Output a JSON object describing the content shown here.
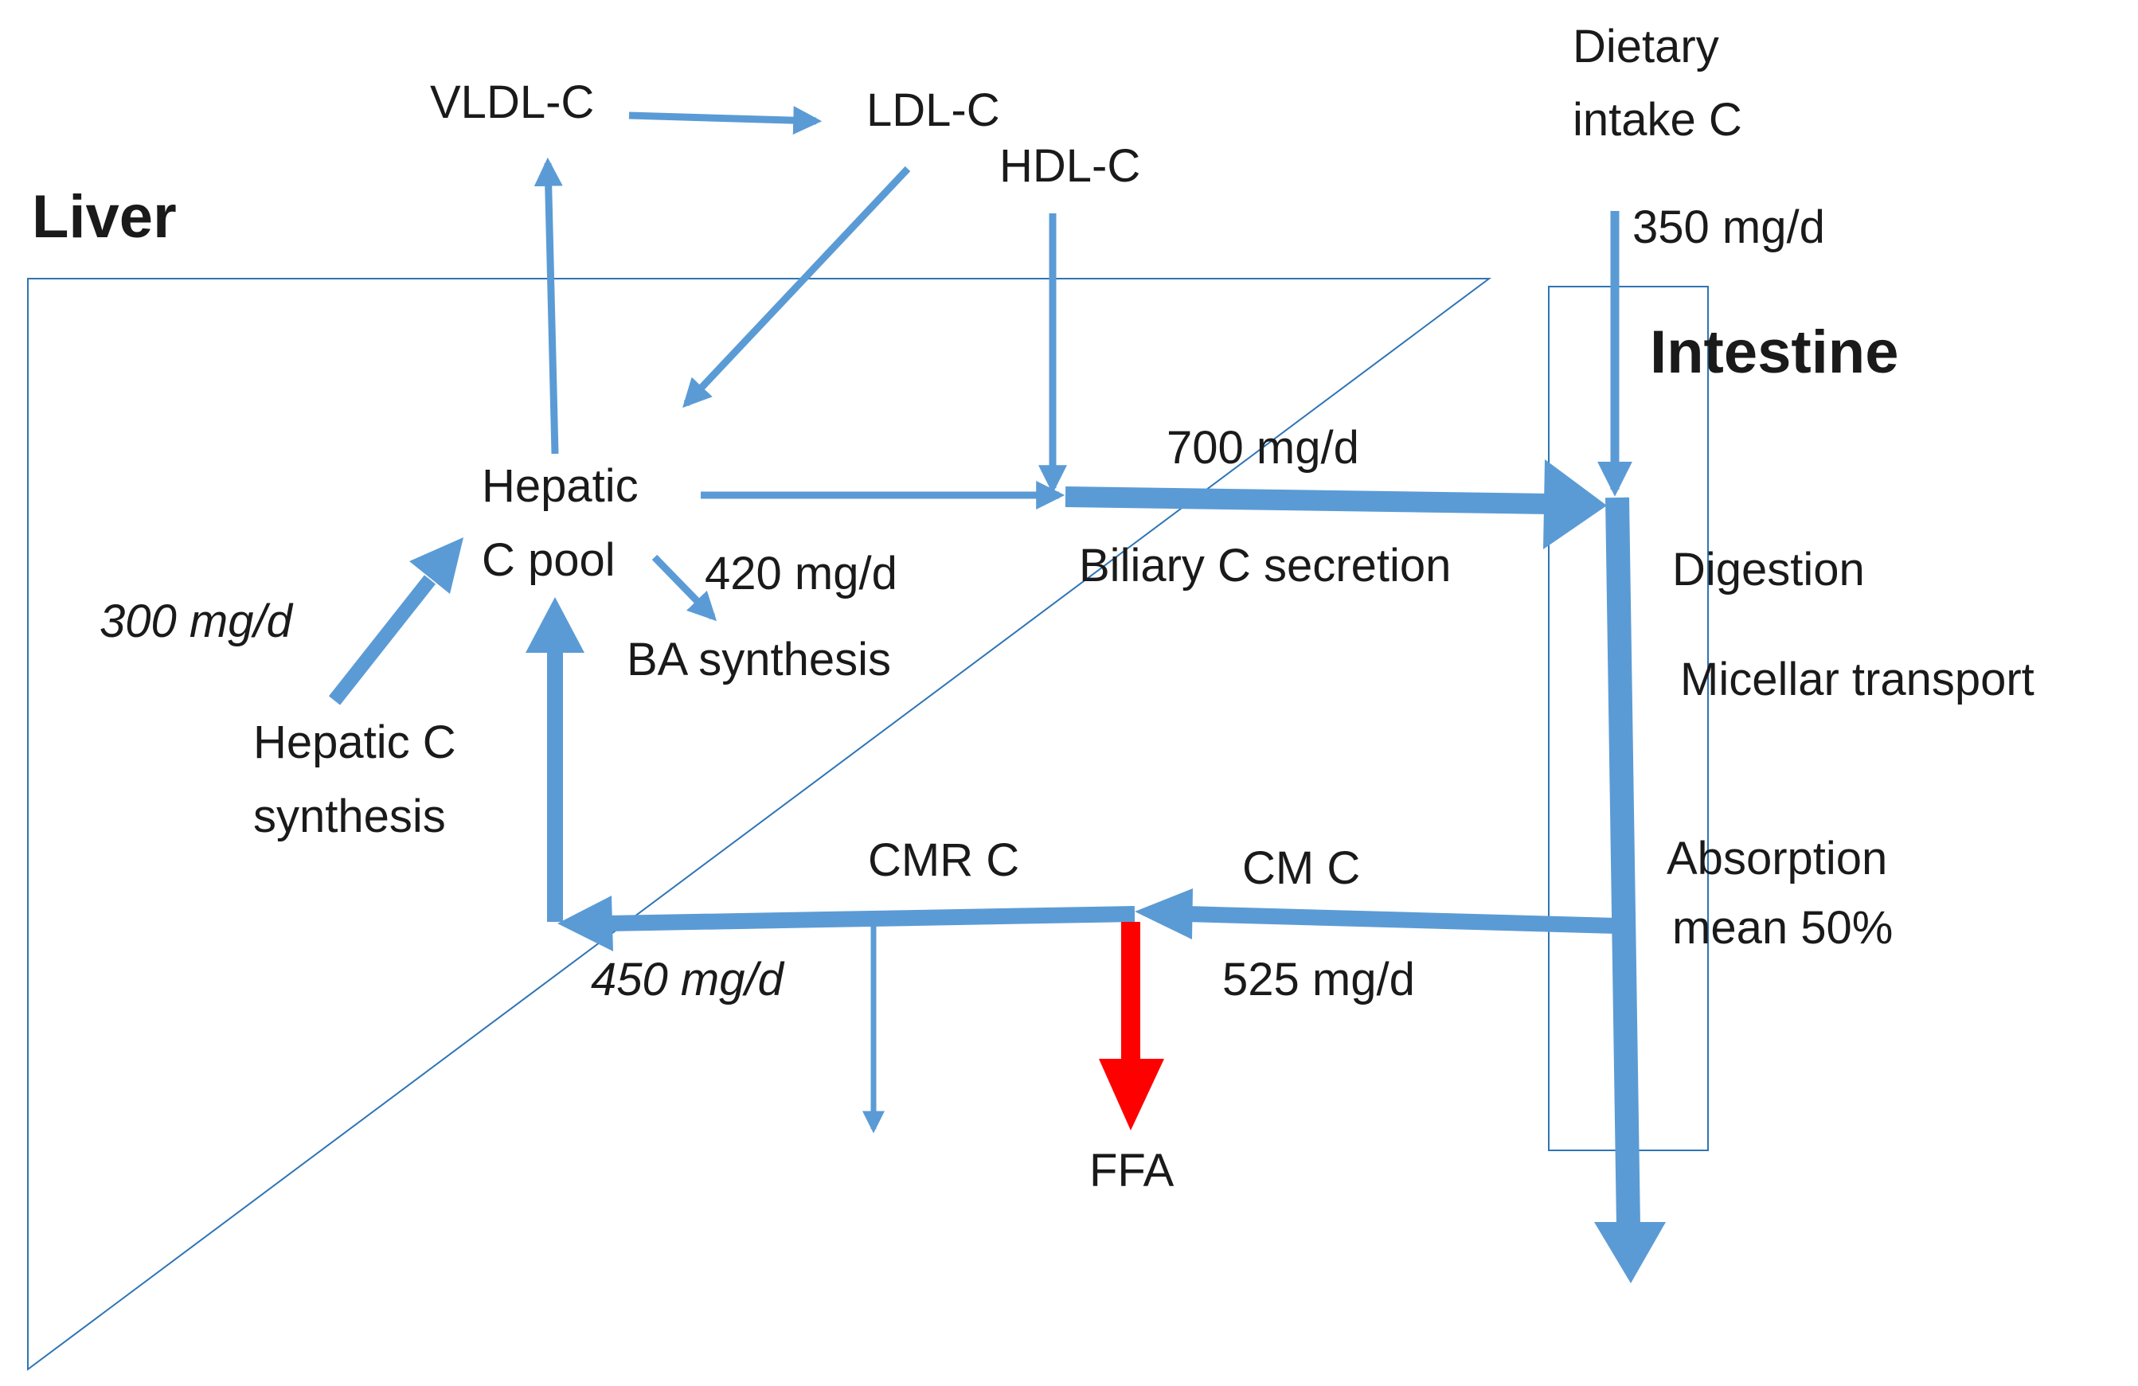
{
  "regions": {
    "liver": "Liver",
    "intestine": "Intestine"
  },
  "nodes": {
    "vldl": "VLDL-C",
    "ldl": "LDL-C",
    "hdl": "HDL-C",
    "dietary_line1": "Dietary",
    "dietary_line2": "intake C",
    "hepatic_pool_line1": "Hepatic",
    "hepatic_pool_line2": "C pool",
    "hepatic_synth_line1": "Hepatic C",
    "hepatic_synth_line2": "synthesis",
    "ba_synthesis": "BA synthesis",
    "biliary": "Biliary C secretion",
    "digestion": "Digestion",
    "micellar": "Micellar transport",
    "absorption_line1": "Absorption",
    "absorption_line2": "mean 50%",
    "cmr": "CMR C",
    "cm": "CM C",
    "ffa": "FFA"
  },
  "flows": {
    "dietary_intake": "350 mg/d",
    "hepatic_synthesis": "300 mg/d",
    "ba_synthesis": "420 mg/d",
    "biliary_secretion": "700 mg/d",
    "cm_c": "525 mg/d",
    "cmr_return": "450 mg/d"
  },
  "colors": {
    "arrow": "#5b9bd5",
    "ffa_arrow": "#ff0000",
    "outline": "#2e75b6",
    "text": "#1a1a1a"
  }
}
